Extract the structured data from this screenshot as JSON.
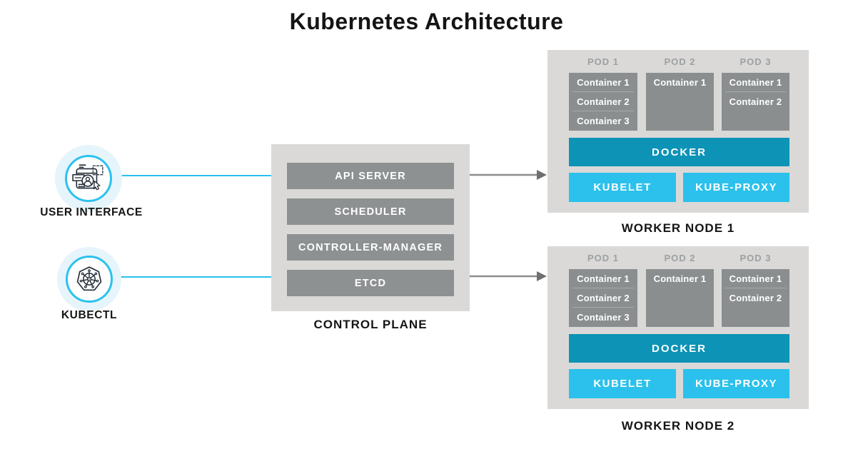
{
  "title": "Kubernetes Architecture",
  "colors": {
    "accent_cyan": "#2bc1ec",
    "teal": "#0d93b6",
    "panel_gray": "#dad9d7",
    "bar_gray": "#8e9192",
    "pod_label_gray": "#9ba0a2",
    "arrow_gray": "#8d8d8d",
    "text_dark": "#151515"
  },
  "clients": [
    {
      "label": "USER INTERFACE",
      "icon": "browser-user-icon"
    },
    {
      "label": "KUBECTL",
      "icon": "kubernetes-helm-icon"
    }
  ],
  "control_plane": {
    "label": "CONTROL PLANE",
    "components": [
      {
        "label": "API SERVER"
      },
      {
        "label": "SCHEDULER"
      },
      {
        "label": "CONTROLLER-MANAGER"
      },
      {
        "label": "ETCD"
      }
    ]
  },
  "worker_nodes": [
    {
      "label": "WORKER NODE 1",
      "runtime": "DOCKER",
      "services": [
        "KUBELET",
        "KUBE-PROXY"
      ],
      "pods": [
        {
          "name": "POD 1",
          "containers": [
            "Container 1",
            "Container 2",
            "Container 3"
          ]
        },
        {
          "name": "POD 2",
          "containers": [
            "Container 1"
          ]
        },
        {
          "name": "POD 3",
          "containers": [
            "Container 1",
            "Container 2"
          ]
        }
      ]
    },
    {
      "label": "WORKER NODE 2",
      "runtime": "DOCKER",
      "services": [
        "KUBELET",
        "KUBE-PROXY"
      ],
      "pods": [
        {
          "name": "POD 1",
          "containers": [
            "Container 1",
            "Container 2",
            "Container 3"
          ]
        },
        {
          "name": "POD 2",
          "containers": [
            "Container 1"
          ]
        },
        {
          "name": "POD 3",
          "containers": [
            "Container 1",
            "Container 2"
          ]
        }
      ]
    }
  ]
}
